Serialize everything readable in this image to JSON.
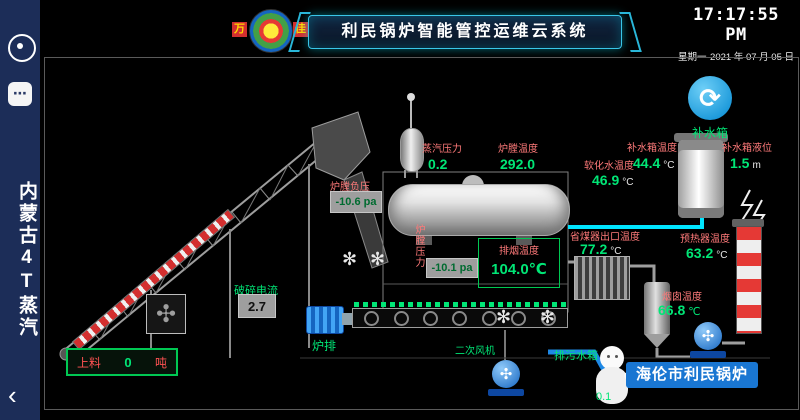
{
  "sidebar": {
    "vertical_title": "内蒙古4T蒸汽"
  },
  "icons": {
    "fan": "✻",
    "refresh": "⟳",
    "crusher": "✣",
    "more": "⋯",
    "back": "‹"
  },
  "header": {
    "logo_left": "万",
    "logo_right": "佳",
    "title": "利民锅炉智能管控运维云系统",
    "clock": {
      "time": "17:17:55 PM",
      "weekday": "星期一",
      "date": "2021 年 07 月 05 日"
    }
  },
  "sensors": {
    "steam_pressure": {
      "label": "蒸汽压力",
      "value": "0.2"
    },
    "furnace_temp": {
      "label": "炉膛温度",
      "value": "292.0"
    },
    "softened_water_temp": {
      "label": "软化水温度",
      "value": "46.9",
      "unit": "°C"
    },
    "makeup_tank_temp": {
      "label": "补水箱温度",
      "value": "44.4",
      "unit": "°C"
    },
    "makeup_tank_level": {
      "label": "补水箱液位",
      "value": "1.5",
      "unit": "m"
    },
    "economizer_out_temp": {
      "label": "省煤器出口温度",
      "value": "77.2",
      "unit": "°C"
    },
    "preheater_temp": {
      "label": "预热器温度",
      "value": "63.2",
      "unit": "°C"
    },
    "flue_gas_temp": {
      "label": "排烟温度",
      "value": "104.0℃"
    },
    "chimney_temp": {
      "label": "烟囱温度",
      "value": "66.8",
      "unit": "℃"
    },
    "furnace_vacuum": {
      "label": "炉膛负压",
      "value": "-10.6 pa"
    },
    "furnace_pressure": {
      "label": "炉膛压力",
      "value": "-10.1 pa"
    },
    "crusher_current": {
      "label": "破碎电流",
      "value": "2.7"
    },
    "blowdown_value": {
      "value": "0.1"
    }
  },
  "equipment": {
    "makeup_tank_label": "补水箱",
    "grate_label": "炉排",
    "secondary_fan_label": "二次风机",
    "blowdown_tank_label": "排污水箱",
    "company_label": "海伦市利民锅炉"
  },
  "feed_panel": {
    "left": "上料",
    "value": "0",
    "right": "吨"
  }
}
